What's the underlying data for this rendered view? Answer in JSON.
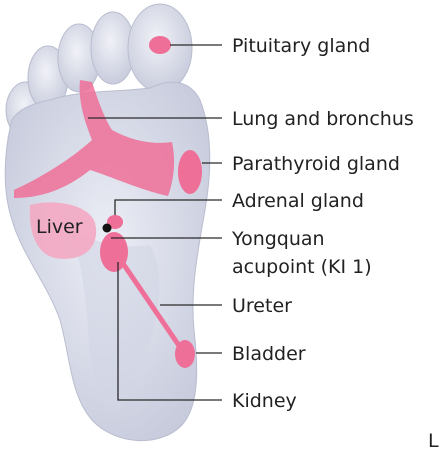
{
  "colors": {
    "foot_fill": "#dfe2ee",
    "foot_shade": "#c9cddd",
    "zone_pink": "#ee6f98",
    "zone_pink_light": "#f3a9c2",
    "line": "#2b2b2b",
    "text": "#222222"
  },
  "labels": {
    "pituitary": "Pituitary gland",
    "lung": "Lung and bronchus",
    "parathyroid": "Parathyroid gland",
    "adrenal": "Adrenal gland",
    "liver": "Liver",
    "yongquan_line1": "Yongquan",
    "yongquan_line2": "acupoint (KI 1)",
    "ureter": "Ureter",
    "bladder": "Bladder",
    "kidney": "Kidney",
    "side_marker": "L"
  }
}
